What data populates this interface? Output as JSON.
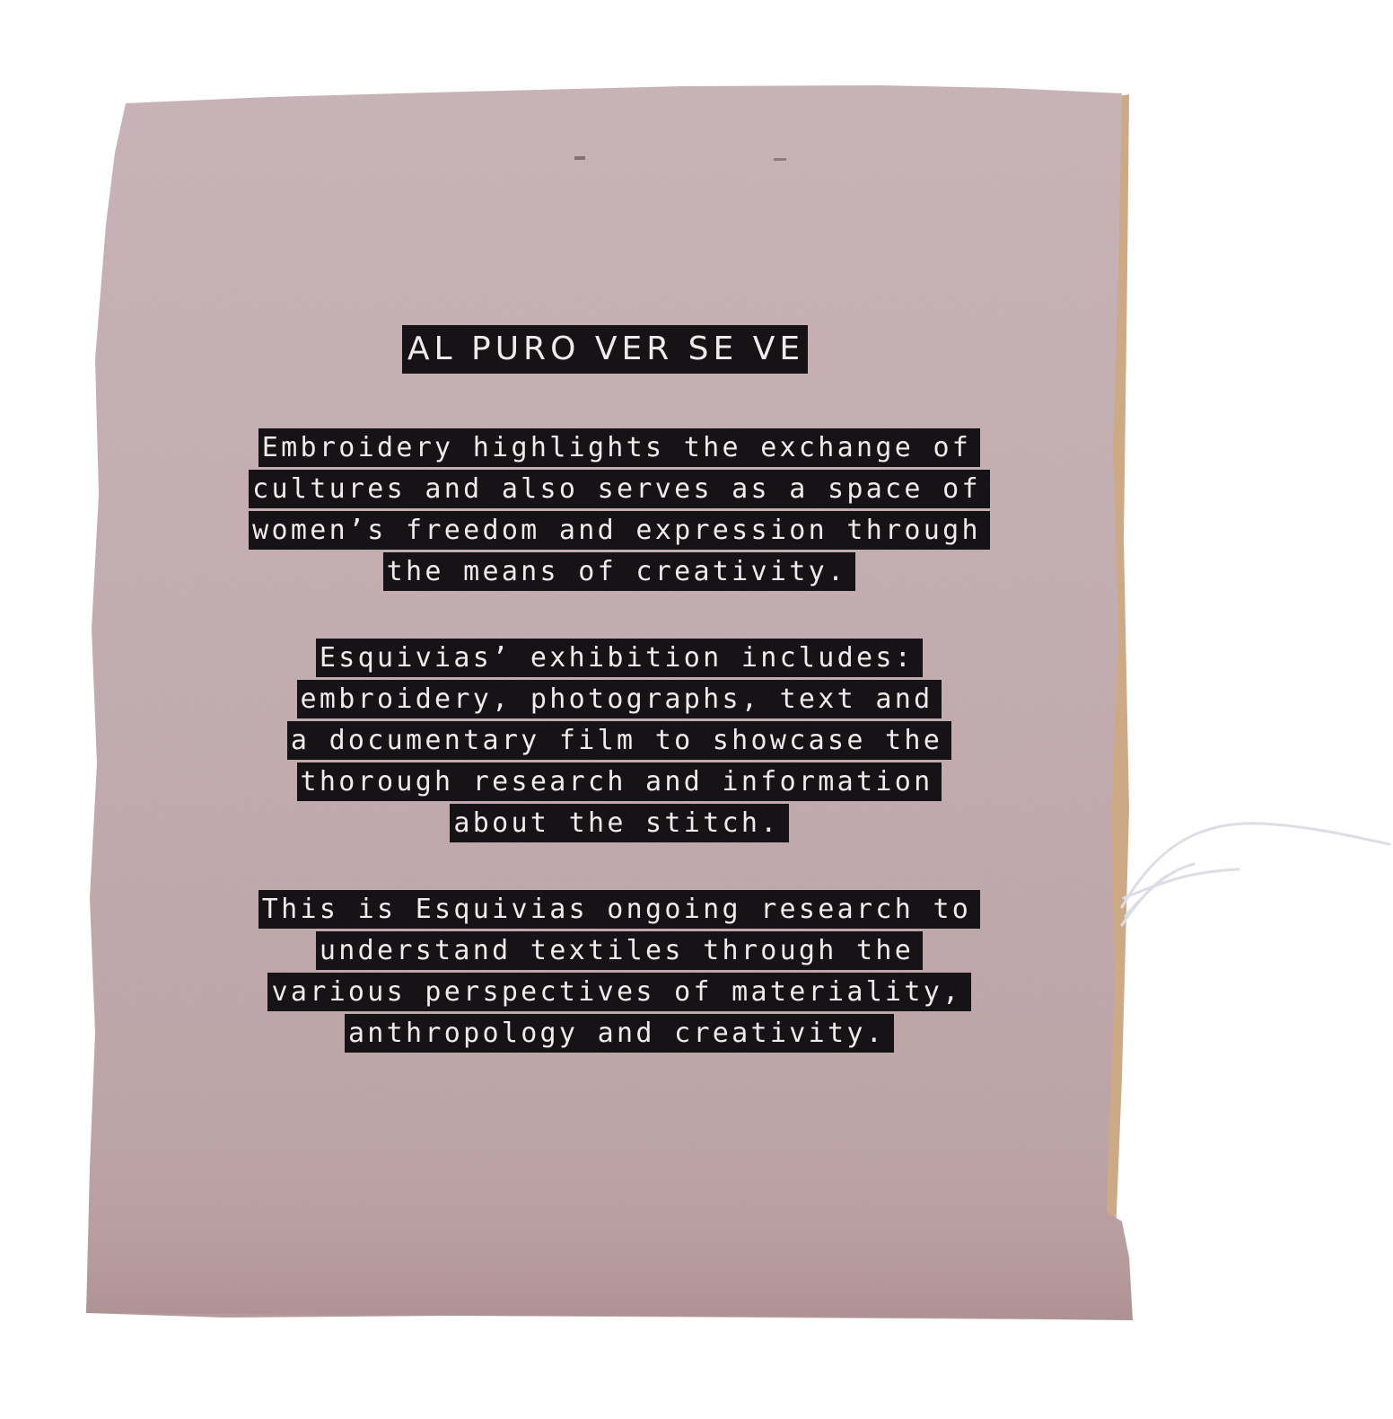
{
  "title": "AL PURO VER SE VE",
  "paragraphs": [
    {
      "lines": [
        "Embroidery highlights the exchange of",
        "cultures and also serves as a space of",
        "women’s freedom and expression through",
        "the means of creativity."
      ]
    },
    {
      "lines": [
        "Esquivias’ exhibition includes:",
        "embroidery, photographs, text and",
        "a documentary film to showcase the",
        "thorough research and information",
        "about the stitch."
      ]
    },
    {
      "lines": [
        "This is Esquivias ongoing research to",
        "understand textiles through the",
        "various perspectives of materiality,",
        "anthropology and creativity."
      ]
    }
  ],
  "colors": {
    "background": "#ffffff",
    "fabric": "#c9b3b7",
    "fabric_edge": "#c7a178",
    "label": "#151315",
    "label_text": "#f1eaec",
    "thread": "#dcdde6"
  }
}
